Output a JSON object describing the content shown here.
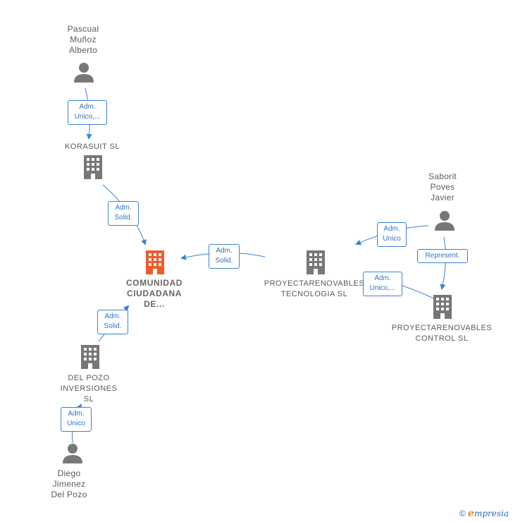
{
  "nodes": {
    "pascual": {
      "label": "Pascual\nMuñoz\nAlberto",
      "type": "person"
    },
    "korasuit": {
      "label": "KORASUIT  SL",
      "type": "company"
    },
    "comunidad": {
      "label": "COMUNIDAD\nCIUDADANA\nDE...",
      "type": "company-focus"
    },
    "proyectarenovables_tec": {
      "label": "PROYECTARENOVABLES\nTECNOLOGIA SL",
      "type": "company"
    },
    "saborit": {
      "label": "Saborit\nPoves\nJavier",
      "type": "person"
    },
    "proyectarenovables_ctrl": {
      "label": "PROYECTARENOVABLES\nCONTROL  SL",
      "type": "company"
    },
    "delpozo": {
      "label": "DEL POZO\nINVERSIONES\nSL",
      "type": "company"
    },
    "diego": {
      "label": "Diego\nJimenez\nDel Pozo",
      "type": "person"
    }
  },
  "edges": [
    {
      "from": "pascual",
      "to": "korasuit",
      "label": "Adm.\nUnico,..."
    },
    {
      "from": "korasuit",
      "to": "comunidad",
      "label": "Adm.\nSolid."
    },
    {
      "from": "proyectarenovables_tec",
      "to": "comunidad",
      "label": "Adm.\nSolid."
    },
    {
      "from": "saborit",
      "to": "proyectarenovables_tec",
      "label": "Adm.\nUnico"
    },
    {
      "from": "proyectarenovables_ctrl",
      "to": "proyectarenovables_tec",
      "label": "Adm.\nUnico,..."
    },
    {
      "from": "saborit",
      "to": "proyectarenovables_ctrl",
      "label": "Represent."
    },
    {
      "from": "delpozo",
      "to": "comunidad",
      "label": "Adm.\nSolid."
    },
    {
      "from": "diego",
      "to": "delpozo",
      "label": "Adm.\nUnico"
    }
  ],
  "colors": {
    "edge": "#3a82d6",
    "icon": "#777777",
    "focus_icon": "#f05a28"
  },
  "footer": {
    "copyright": "©",
    "brand_e": "e",
    "brand_rest": "mpresia"
  }
}
